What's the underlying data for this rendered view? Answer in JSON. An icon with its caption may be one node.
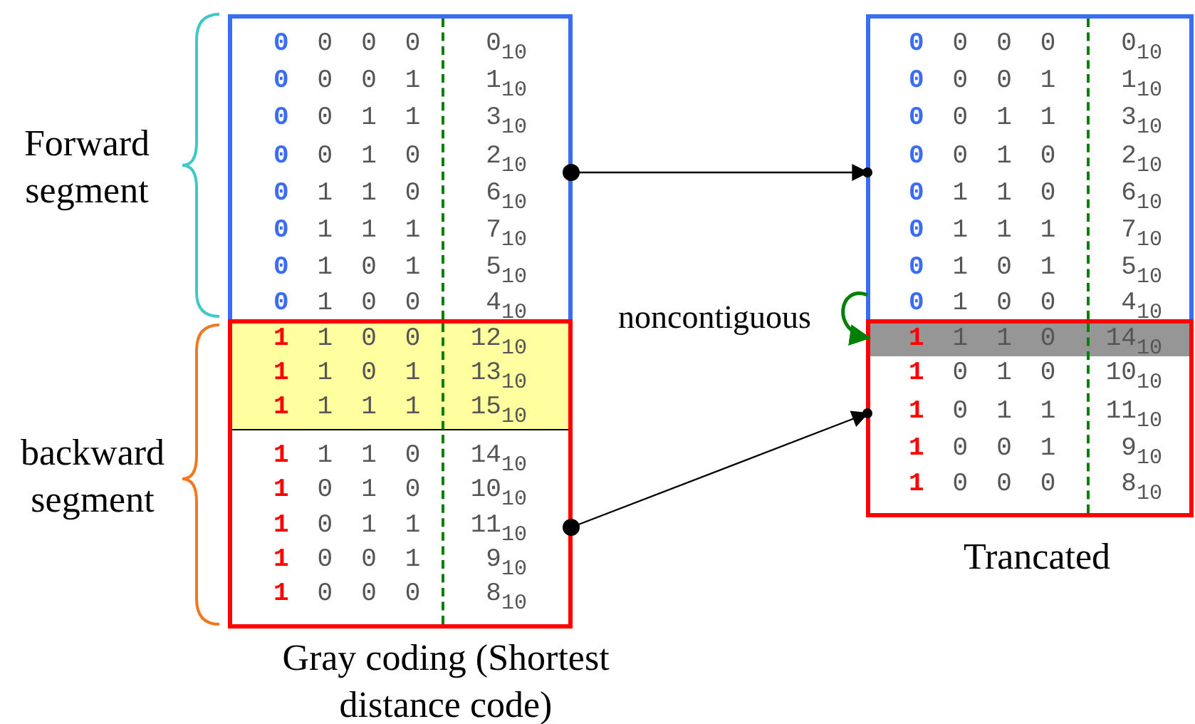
{
  "diagram": {
    "nodes": [
      {
        "text": [
          "**0** 0 0 0",
          "0$_{10}$",
          "**0** 0 0 1",
          "1$_{10}$",
          "**0** 0 1 1",
          "3$_{10}$",
          "**0** 0 1 0",
          "2$_{10}$",
          "**0** 1 1 0",
          "6$_{10}$",
          "**0** 1 1 1",
          "7$_{10}$",
          "**0** 1 0 1",
          "5$_{10}$",
          "**0** 1 0 0",
          "4$_{10}$"
        ]
      },
      {
        "text": [
          "**1** 1 1 0",
          "14$_{10}$",
          "**1** 0 1 0",
          "10$_{10}$",
          "**1** 0 1 1",
          "11$_{10}$",
          "**1** 0 0 1",
          "9$_{10}$",
          "**1** 0 0 0",
          "8$_{10}$"
        ]
      },
      {
        "text": [
          "**1** 1 0 0",
          "12$_{10}$",
          "**1** 1 0 1",
          "13$_{10}$",
          "**1** 1 1 1",
          "15$_{10}$"
        ],
        "in": 1
      },
      {
        "text": [
          "**0** 0 0 0",
          "0$_{10}$",
          "**0** 0 0 1",
          "1$_{10}$",
          "**0** 0 1 1",
          "3$_{10}$",
          "**0** 0 1 0",
          "2$_{10}$",
          "**0** 1 1 0",
          "6$_{10}$",
          "**0** 1 1 1",
          "7$_{10}$",
          "**0** 1 0 1",
          "5$_{10}$",
          "**0** 1 0 0",
          "4$_{10}$"
        ]
      },
      {
        "text": [
          "**1** 0 1 0",
          "10$_{10}$",
          "**1** 0 1 1",
          "11$_{10}$",
          "**1** 0 0 1",
          "9$_{10}$",
          "**1** 0 0 0",
          "8$_{10}$"
        ]
      },
      {
        "text": [
          "**1** 1 1 0",
          "14$_{10}$"
        ],
        "in": 4
      }
    ],
    "edges": [
      {
        "from": 0,
        "to": 3,
        "arrow": "to"
      },
      {
        "from": 1,
        "to": 4,
        "arrow": "to"
      },
      {
        "from": 3,
        "to": 5,
        "arrow": "to",
        "label": "noncontiguous",
        "color": "#008000"
      }
    ],
    "labels": [
      "Forward segment",
      "backward segment",
      "Gray coding (Shortest distance code)",
      "Trancated"
    ]
  }
}
